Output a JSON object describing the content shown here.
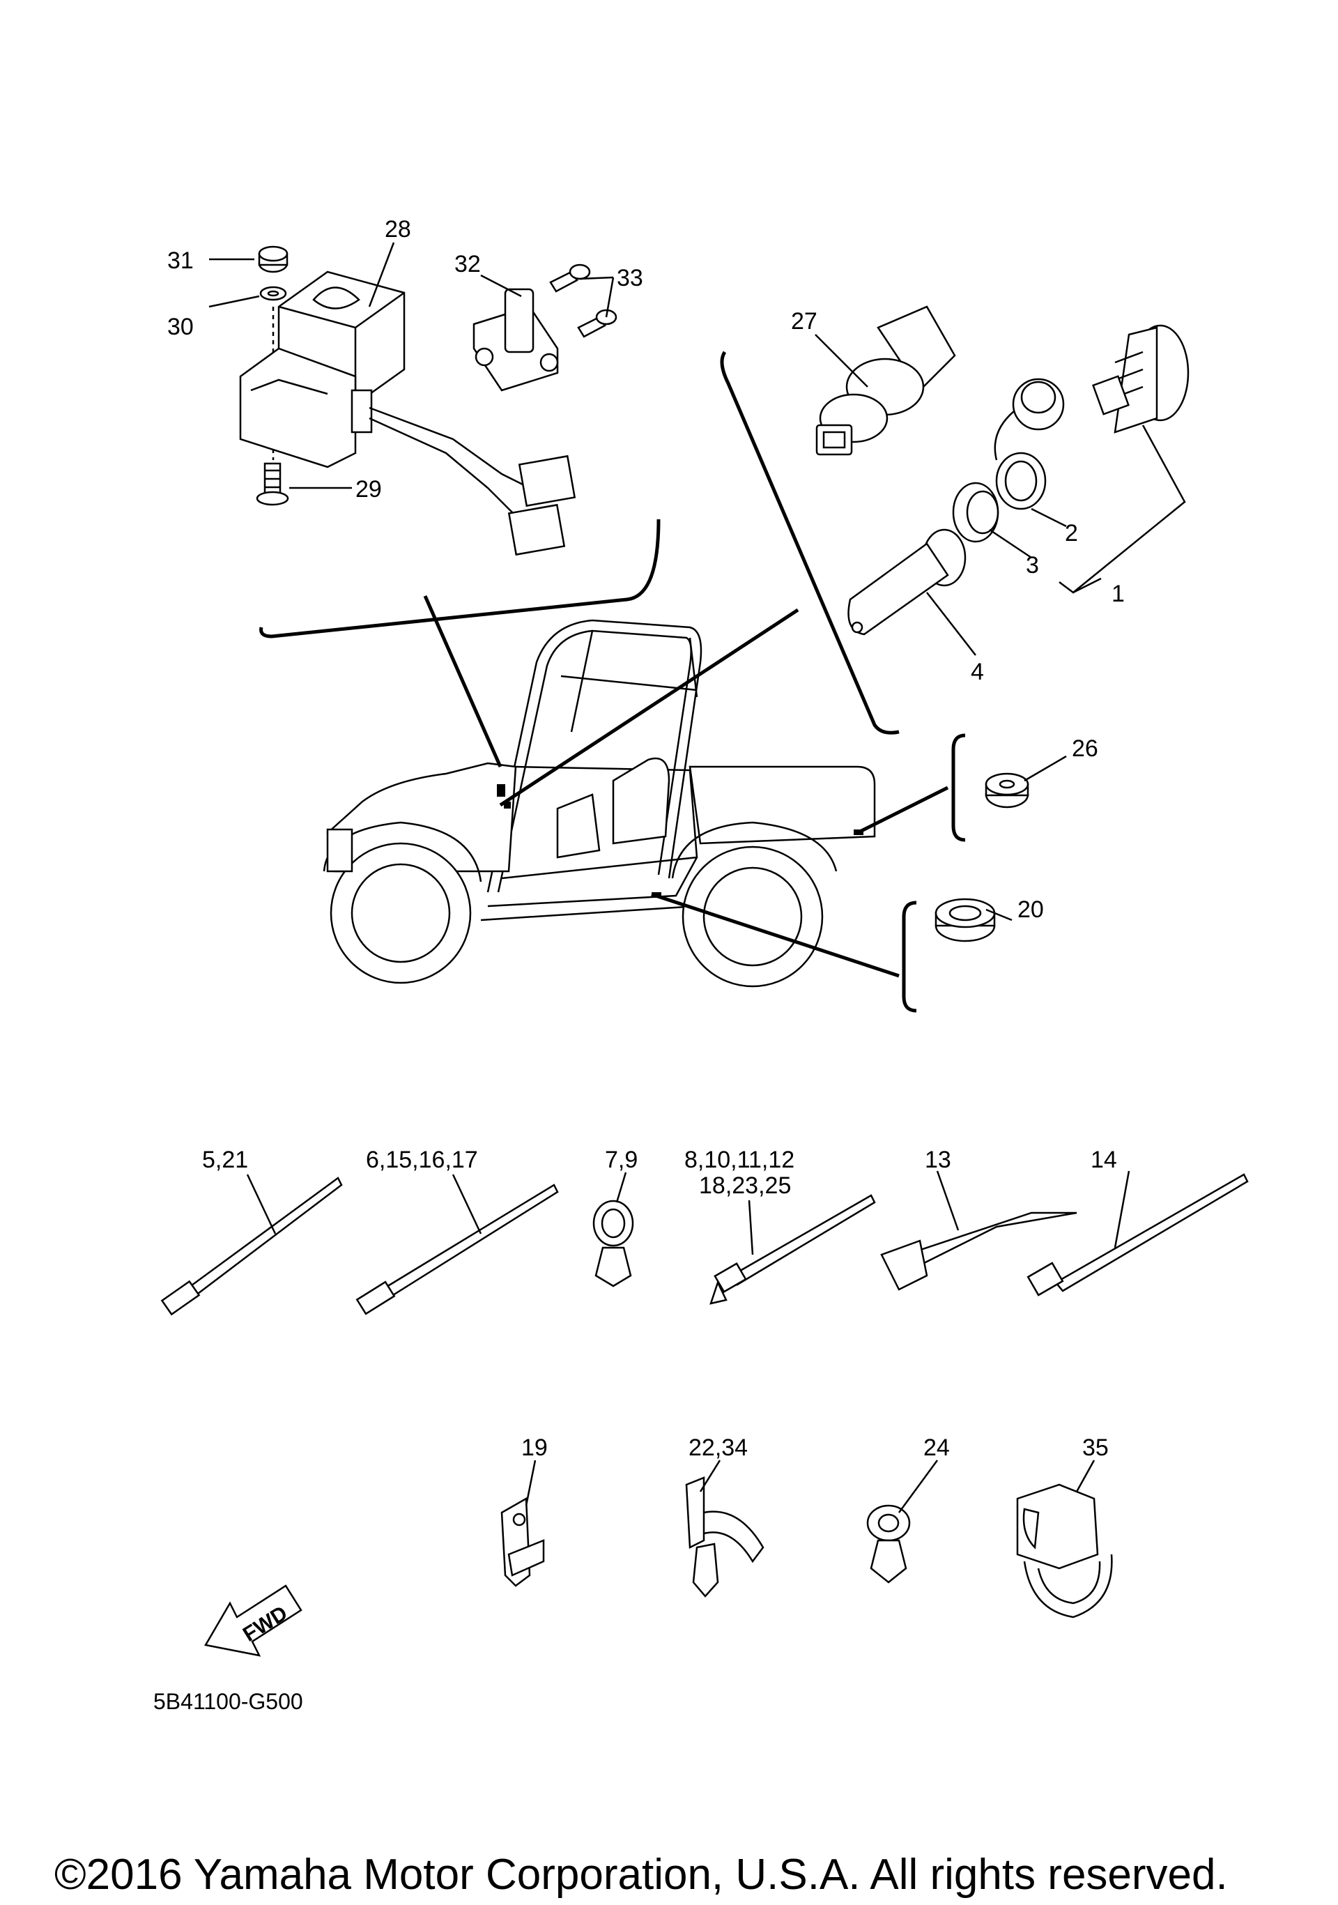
{
  "labels": {
    "l1": "1",
    "l2": "2",
    "l3": "3",
    "l4": "4",
    "l20": "20",
    "l26": "26",
    "l27": "27",
    "l28": "28",
    "l29": "29",
    "l30": "30",
    "l31": "31",
    "l32": "32",
    "l33": "33",
    "l5_21": "5,21",
    "l6_15": "6,15,16,17",
    "l7_9": "7,9",
    "l8_line1": "8,10,11,12",
    "l8_line2": "18,23,25",
    "l13": "13",
    "l14": "14",
    "l19": "19",
    "l22_34": "22,34",
    "l24": "24",
    "l35": "35"
  },
  "fwd_text": "FWD",
  "diagram_code": "5B41100-G500",
  "copyright": "©2016 Yamaha Motor Corporation, U.S.A. All rights reserved."
}
